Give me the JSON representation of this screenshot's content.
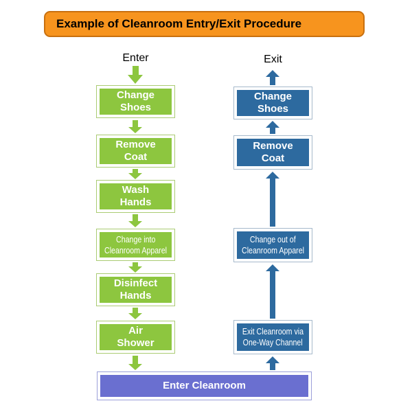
{
  "header": {
    "title": "Example of Cleanroom Entry/Exit Procedure"
  },
  "colors": {
    "orange": "#F7941E",
    "orange_border": "#C8700F",
    "green": "#8DC63F",
    "green_border": "#AACB72",
    "blue": "#2D6A9F",
    "blue_border": "#A6B9CB",
    "purple": "#6A6FD0",
    "purple_border": "#9A9ED9",
    "text_dark": "#000000",
    "text_light": "#FFFFFF"
  },
  "enter_flow": {
    "label": "Enter",
    "steps": [
      {
        "lines": [
          "Change",
          "Shoes"
        ]
      },
      {
        "lines": [
          "Remove",
          "Coat"
        ]
      },
      {
        "lines": [
          "Wash",
          "Hands"
        ]
      },
      {
        "lines": [
          "Change into",
          "Cleanroom Apparel"
        ]
      },
      {
        "lines": [
          "Disinfect",
          "Hands"
        ]
      },
      {
        "lines": [
          "Air",
          "Shower"
        ]
      }
    ]
  },
  "exit_flow": {
    "label": "Exit",
    "steps": [
      {
        "lines": [
          "Change",
          "Shoes"
        ]
      },
      {
        "lines": [
          "Remove",
          "Coat"
        ]
      },
      {
        "lines": [
          "Change out of",
          "Cleanroom Apparel"
        ]
      },
      {
        "lines": [
          "Exit Cleanroom via",
          "One-Way Channel"
        ]
      }
    ]
  },
  "cleanroom_box": {
    "label": "Enter Cleanroom"
  }
}
